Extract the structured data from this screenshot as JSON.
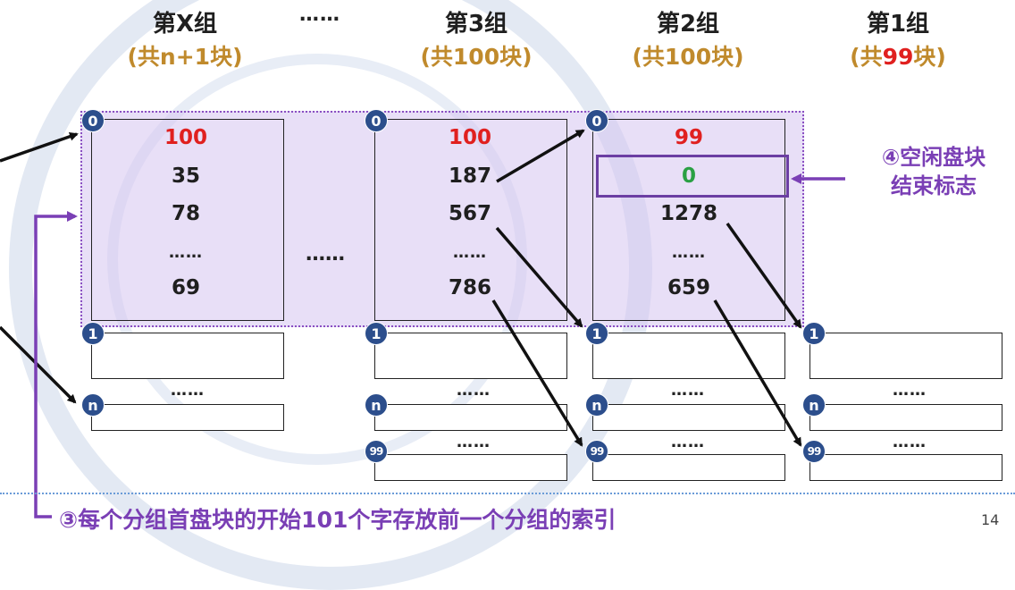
{
  "groups": [
    {
      "title": "第X组",
      "count_open": "(共",
      "count": "n+1",
      "count_close": "块)",
      "count_red": false
    },
    {
      "title": "第3组",
      "count_open": "(共",
      "count": "100",
      "count_close": "块)",
      "count_red": false
    },
    {
      "title": "第2组",
      "count_open": "(共",
      "count": "100",
      "count_close": "块)",
      "count_red": false
    },
    {
      "title": "第1组",
      "count_open": "(共",
      "count": "99",
      "count_close": "块)",
      "count_red": true
    }
  ],
  "top_ellipsis": "……",
  "middle_ellipsis": "……",
  "blocks": [
    {
      "values": [
        "100",
        "35",
        "78",
        "……",
        "69"
      ]
    },
    {
      "values": [
        "100",
        "187",
        "567",
        "……",
        "786"
      ]
    },
    {
      "values": [
        "99",
        "0",
        "1278",
        "……",
        "659"
      ]
    }
  ],
  "badges": {
    "b0": "0",
    "b1": "1",
    "bn": "n",
    "b99": "99"
  },
  "slot_ellipsis": "……",
  "end_marker_label_line1": "④空闲盘块",
  "end_marker_label_line2": "结束标志",
  "bottom_label": "③每个分组首盘块的开始101个字存放前一个分组的索引",
  "page_number": "14",
  "colors": {
    "highlight_region": "#d6c4f0",
    "badge": "#2c4e8c",
    "red": "#e0201f",
    "green": "#2aa044",
    "purple_label": "#7a3fb5",
    "group_count": "#c08a2c"
  }
}
